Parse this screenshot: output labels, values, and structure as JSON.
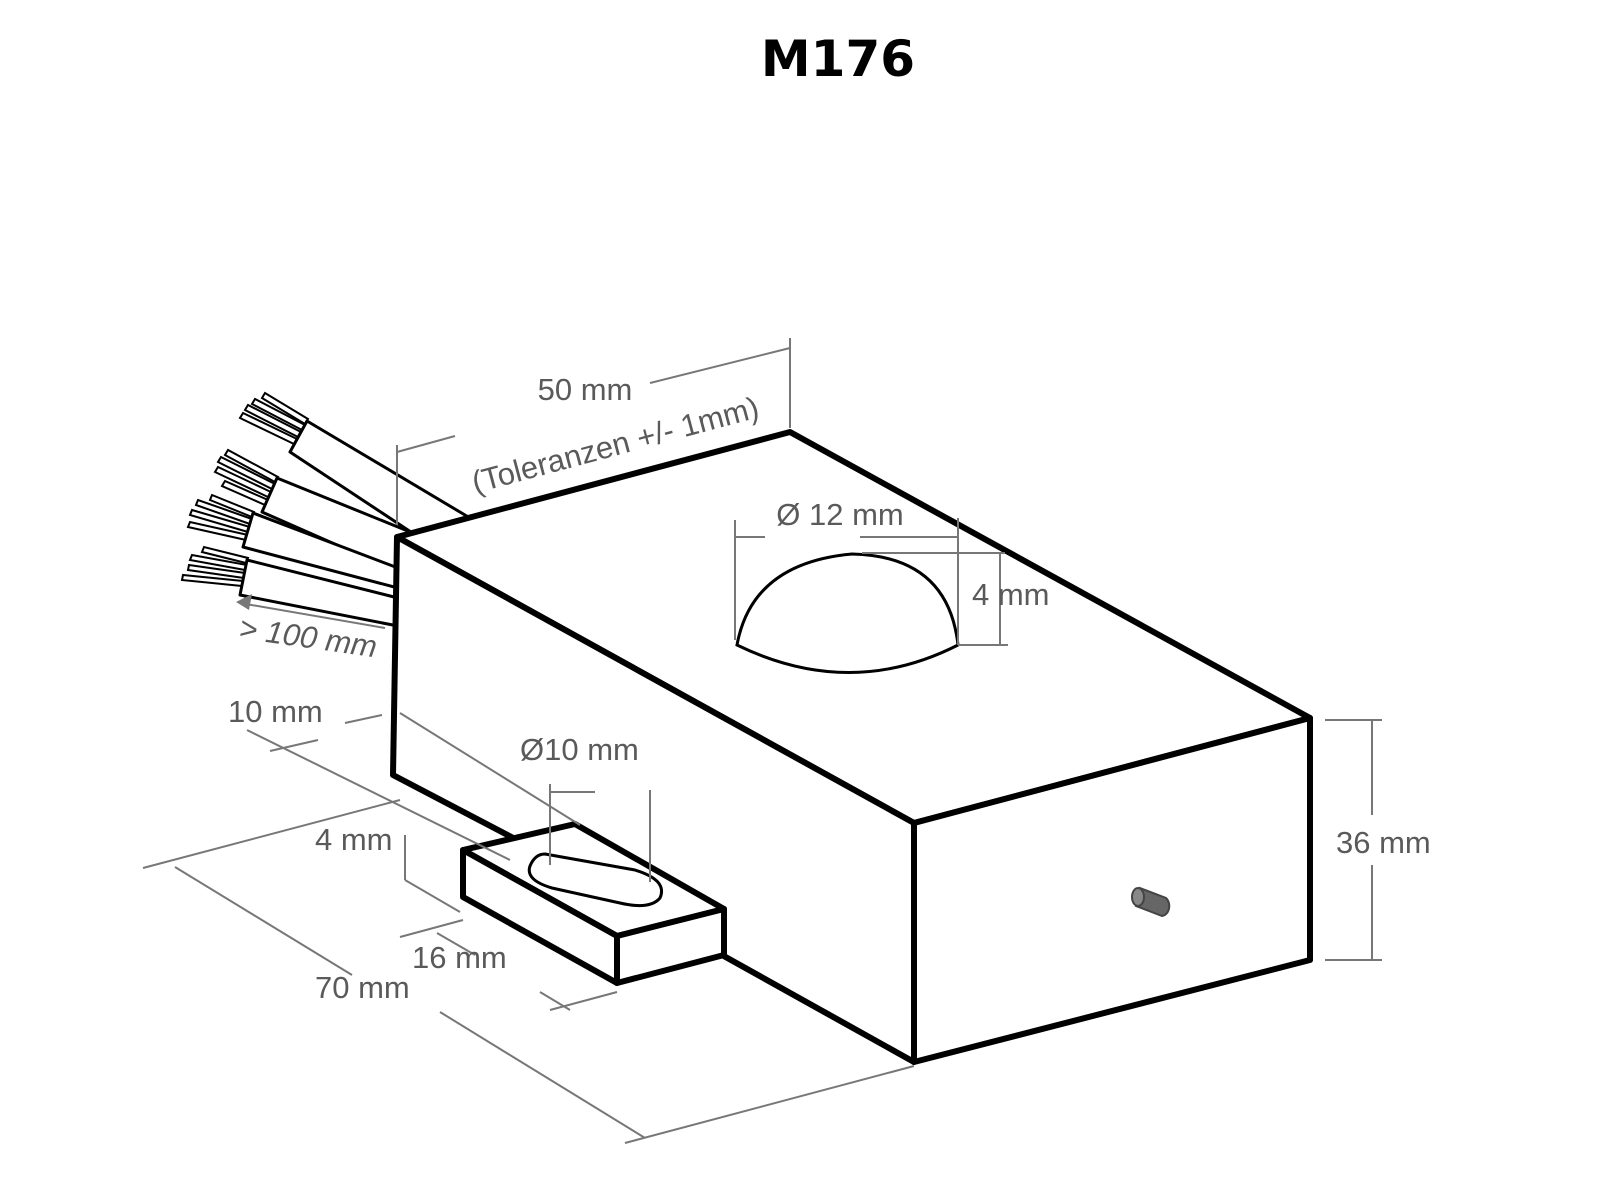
{
  "title": "M176",
  "dimensions": {
    "length": "50 mm",
    "tolerance": "(Toleranzen +/- 1mm)",
    "dome_diameter": "Ø 12 mm",
    "dome_height": "4 mm",
    "cable_length": "> 100 mm",
    "tab_offset": "10 mm",
    "hole_diameter": "Ø10 mm",
    "tab_height": "4 mm",
    "tab_width": "16 mm",
    "width": "70 mm",
    "height": "36 mm"
  }
}
